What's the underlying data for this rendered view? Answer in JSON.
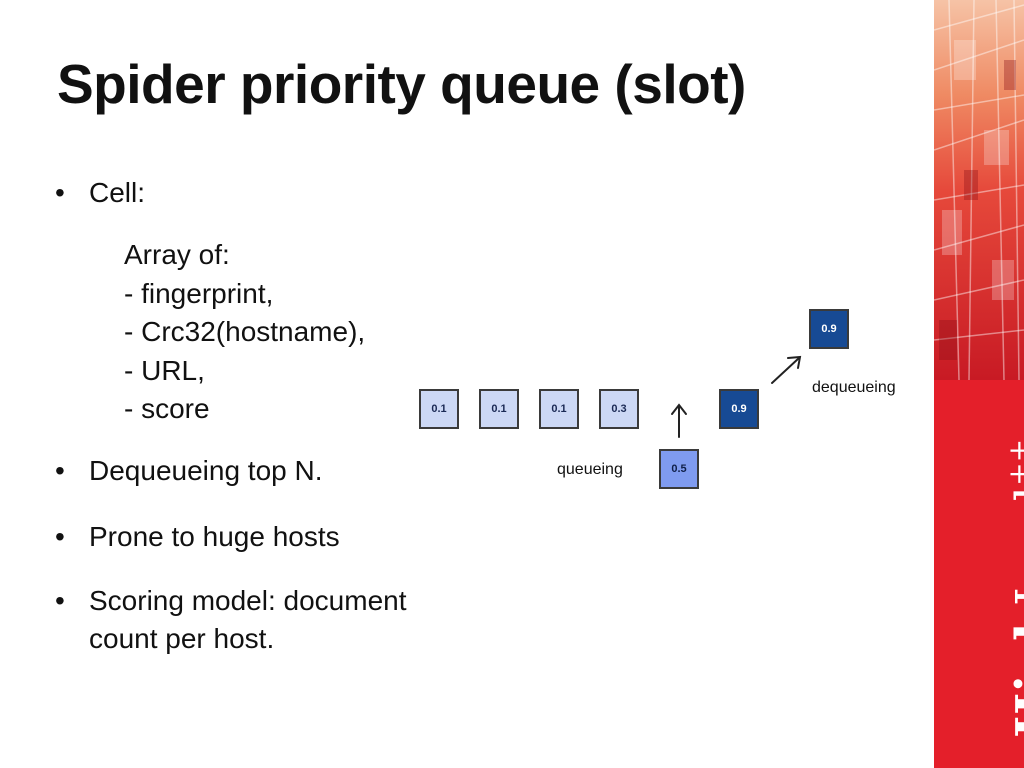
{
  "slide": {
    "title": "Spider priority queue (slot)",
    "bullets": [
      {
        "marker": "•",
        "text": "Cell:"
      },
      {
        "marker": "•",
        "text": "Dequeueing top N."
      },
      {
        "marker": "•",
        "text": "Prone to huge hosts"
      },
      {
        "marker": "•",
        "text": "Scoring model: document",
        "text2": "count per host."
      }
    ],
    "cell_details": [
      "Array of:",
      "- fingerprint,",
      "- Crc32(hostname),",
      "- URL,",
      "- score"
    ]
  },
  "diagram": {
    "queue_cells": [
      "0.1",
      "0.1",
      "0.1",
      "0.3"
    ],
    "dequeued_cell": "0.9",
    "top_cell": "0.9",
    "incoming_cell": "0.5",
    "queueing_label": "queueing",
    "dequeueing_label": "dequeueing",
    "colors": {
      "light": "#ccd8f5",
      "mid": "#7f9bf0",
      "dark": "#174a94"
    }
  },
  "brand": {
    "name_bold": "High",
    "name_light": "Load",
    "suffix": "++",
    "accent_color": "#e41f2a"
  }
}
